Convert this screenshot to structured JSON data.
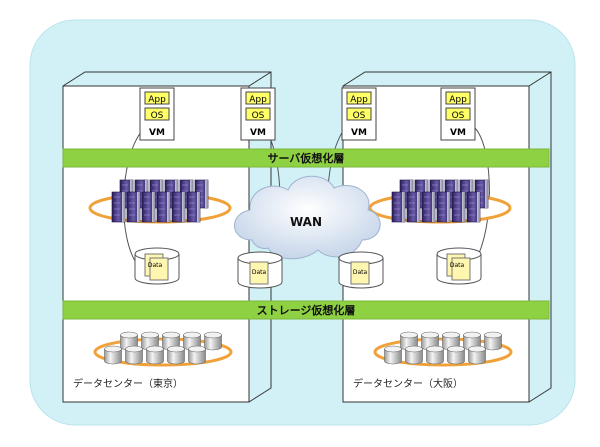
{
  "layers": {
    "server": "サーバ仮想化層",
    "storage": "ストレージ仮想化層"
  },
  "network": {
    "label": "WAN"
  },
  "datacenters": {
    "tokyo": "データセンター（東京）",
    "osaka": "データセンター（大阪）"
  },
  "vm": {
    "app": "App",
    "os": "OS",
    "vm": "VM"
  },
  "data_label": "Data",
  "colors": {
    "panel": "#d2f1f7",
    "layer_bar": "#8ed142",
    "ring": "#f0a23a",
    "vm_box": "#ffff66",
    "server": "#4b3a82",
    "cloud": "#dfe8f4"
  }
}
